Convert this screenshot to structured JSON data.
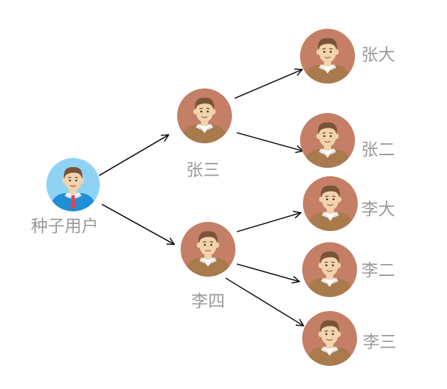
{
  "nodes": [
    {
      "id": "seed",
      "label": "种子用户",
      "avatar": "seed-user-avatar"
    },
    {
      "id": "zhangsan",
      "label": "张三",
      "avatar": "user-avatar"
    },
    {
      "id": "lisi",
      "label": "李四",
      "avatar": "user-avatar"
    },
    {
      "id": "zhangda",
      "label": "张大",
      "avatar": "user-avatar"
    },
    {
      "id": "zhanger",
      "label": "张二",
      "avatar": "user-avatar"
    },
    {
      "id": "lida",
      "label": "李大",
      "avatar": "user-avatar"
    },
    {
      "id": "lier",
      "label": "李二",
      "avatar": "user-avatar"
    },
    {
      "id": "lisan",
      "label": "李三",
      "avatar": "user-avatar"
    }
  ],
  "edges": [
    {
      "from": "seed",
      "to": "zhangsan"
    },
    {
      "from": "seed",
      "to": "lisi"
    },
    {
      "from": "zhangsan",
      "to": "zhangda"
    },
    {
      "from": "zhangsan",
      "to": "zhanger"
    },
    {
      "from": "lisi",
      "to": "lida"
    },
    {
      "from": "lisi",
      "to": "lier"
    },
    {
      "from": "lisi",
      "to": "lisan"
    }
  ],
  "colors": {
    "seed_background": "#8fd3f4",
    "seed_shirt": "#1f8fd6",
    "seed_tie": "#d64562",
    "user_background": "#c47f66",
    "user_shirt": "#a97a4c",
    "skin": "#f2d3ad",
    "hair": "#7a5438",
    "label": "#9a9a9a",
    "arrow": "#111111"
  }
}
